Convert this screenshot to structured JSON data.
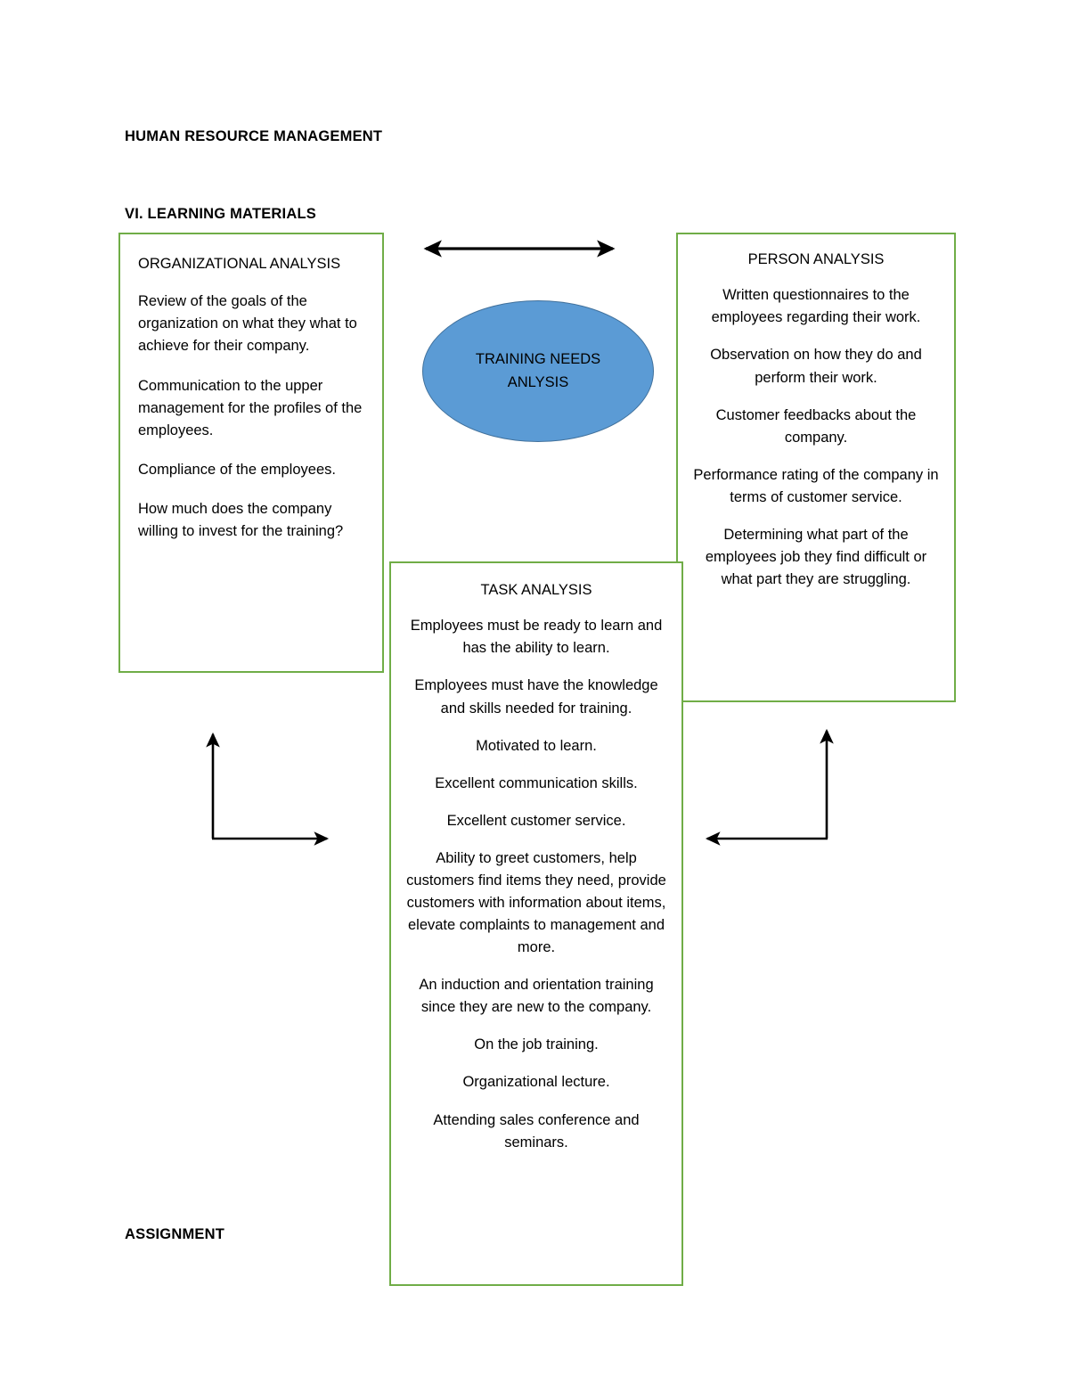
{
  "document": {
    "title": "HUMAN RESOURCE MANAGEMENT",
    "section_heading": "VI. LEARNING MATERIALS",
    "footer_heading": "ASSIGNMENT"
  },
  "diagram": {
    "center_node": {
      "label_line1": "TRAINING NEEDS",
      "label_line2": "ANLYSIS",
      "fill_color": "#5B9BD5",
      "border_color": "#41719C"
    },
    "box_border_color": "#70AD47",
    "boxes": {
      "organizational": {
        "heading": "ORGANIZATIONAL ANALYSIS",
        "paragraphs": [
          "Review of the goals of the organization on what they what to achieve for their company.",
          "Communication to the upper management for the profiles of the employees.",
          "Compliance of the employees.",
          "How much does the company willing to invest for the training?"
        ]
      },
      "person": {
        "heading": "PERSON ANALYSIS",
        "paragraphs": [
          "Written questionnaires to the employees regarding their work.",
          "Observation on how they do and perform their work.",
          "Customer feedbacks about the company.",
          "Performance rating of the company in terms of customer service.",
          "Determining what part of the employees job they find difficult or what part they are struggling."
        ]
      },
      "task": {
        "heading": "TASK ANALYSIS",
        "paragraphs": [
          "Employees must be ready to learn and has the ability to learn.",
          "Employees must have the knowledge and skills needed for training.",
          "Motivated to learn.",
          "Excellent communication skills.",
          "Excellent customer service.",
          "Ability to greet customers, help customers find items they need, provide customers with information about items, elevate complaints to management and more.",
          "An induction and orientation training since they are new to the company.",
          "On the job training.",
          "Organizational lecture.",
          "Attending sales conference and seminars."
        ]
      }
    },
    "connectors": [
      {
        "name": "double-headed-horizontal-arrow",
        "style": "double-arrow",
        "orientation": "horizontal"
      },
      {
        "name": "left-elbow-arrow",
        "style": "double-arrow",
        "orientation": "elbow-up-right"
      },
      {
        "name": "right-elbow-arrow",
        "style": "double-arrow",
        "orientation": "elbow-up-left"
      }
    ]
  }
}
